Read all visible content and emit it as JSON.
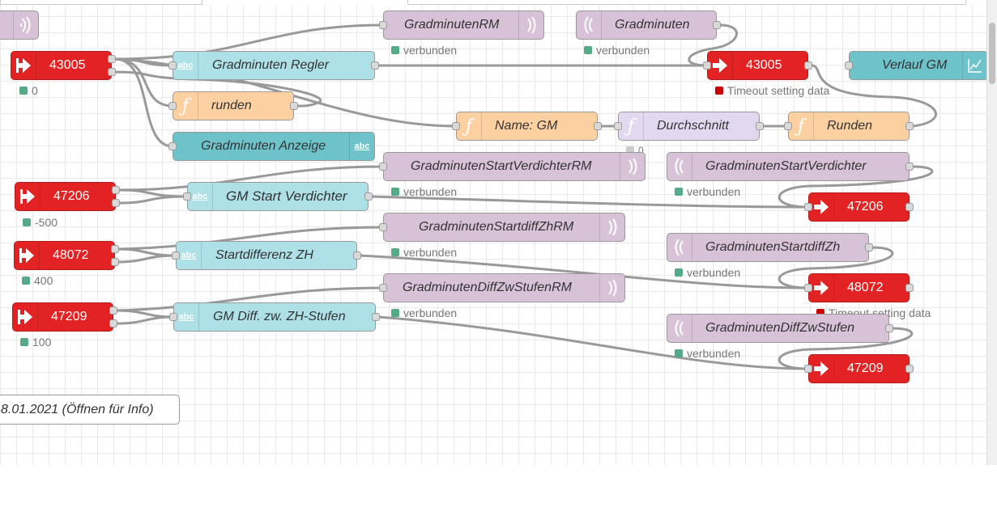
{
  "nodes": {
    "partial": {
      "icon": "rbe-icon"
    },
    "src43005": {
      "label": "43005",
      "icon": "modbus-in-icon",
      "status": "0"
    },
    "gmRegler": {
      "label": "Gradminuten Regler",
      "icon": "text-icon"
    },
    "runden1": {
      "label": "runden",
      "icon": "function-icon"
    },
    "gmAnzeige": {
      "label": "Gradminuten Anzeige",
      "icon": "text-icon"
    },
    "gmRM": {
      "label": "GradminutenRM",
      "icon": "broadcast-icon",
      "status": "verbunden"
    },
    "gm": {
      "label": "Gradminuten",
      "icon": "broadcast-icon",
      "status": "verbunden"
    },
    "out43005": {
      "label": "43005",
      "icon": "modbus-out-icon",
      "status": "Timeout setting data"
    },
    "verlauf": {
      "label": "Verlauf GM",
      "icon": "chart-icon"
    },
    "nameGM": {
      "label": "Name: GM",
      "icon": "function-icon"
    },
    "durchschnitt": {
      "label": "Durchschnitt",
      "icon": "function-icon",
      "status": "0"
    },
    "runden2": {
      "label": "Runden",
      "icon": "function-icon"
    },
    "src47206": {
      "label": "47206",
      "icon": "modbus-in-icon",
      "status": "-500"
    },
    "gmStart": {
      "label": "GM Start Verdichter",
      "icon": "text-icon"
    },
    "startVRM": {
      "label": "GradminutenStartVerdichterRM",
      "icon": "broadcast-icon",
      "status": "verbunden"
    },
    "startV": {
      "label": "GradminutenStartVerdichter",
      "icon": "broadcast-icon",
      "status": "verbunden"
    },
    "out47206": {
      "label": "47206",
      "icon": "modbus-out-icon"
    },
    "src48072": {
      "label": "48072",
      "icon": "modbus-in-icon",
      "status": "400"
    },
    "startdiff": {
      "label": "Startdifferenz ZH",
      "icon": "text-icon"
    },
    "startdiffRM": {
      "label": "GradminutenStartdiffZhRM",
      "icon": "broadcast-icon",
      "status": "verbunden"
    },
    "startdiffZh": {
      "label": "GradminutenStartdiffZh",
      "icon": "broadcast-icon",
      "status": "verbunden"
    },
    "out48072": {
      "label": "48072",
      "icon": "modbus-out-icon",
      "status": "Timeout setting data"
    },
    "src47209": {
      "label": "47209",
      "icon": "modbus-in-icon",
      "status": "100"
    },
    "gmDiff": {
      "label": "GM Diff. zw. ZH-Stufen",
      "icon": "text-icon"
    },
    "diffRM": {
      "label": "GradminutenDiffZwStufenRM",
      "icon": "broadcast-icon",
      "status": "verbunden"
    },
    "diff": {
      "label": "GradminutenDiffZwStufen",
      "icon": "broadcast-icon",
      "status": "verbunden"
    },
    "out47209": {
      "label": "47209",
      "icon": "modbus-out-icon"
    }
  },
  "comment": {
    "label": "8.01.2021 (Öffnen für Info)"
  },
  "colors": {
    "wire": "#999999",
    "modbus": "#e32323",
    "broadcast": "#d7c2d8",
    "text_node": "#ade0e7",
    "function": "#fdd0a2",
    "status_ok": "#55aa88",
    "status_error": "#cc0000"
  }
}
